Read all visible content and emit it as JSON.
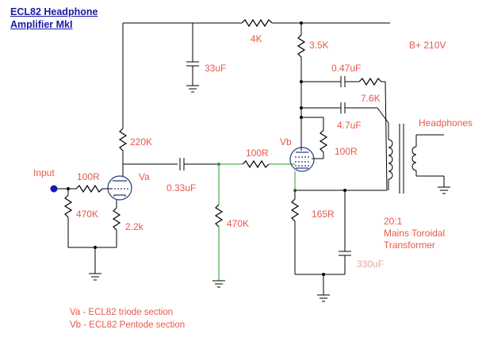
{
  "title": {
    "line1": "ECL82 Headphone",
    "line2": "Amplifier MkI"
  },
  "supply": "B+ 210V",
  "labels": {
    "r_feed": "4K",
    "c_filter": "33uF",
    "r_anode_b": "3.5K",
    "c_fb1": "0.47uF",
    "r_fb": "7.6K",
    "c_fb2": "4.7uF",
    "r_anode_a": "220K",
    "r_grid_stop_b": "100R",
    "tube_b": "Vb",
    "r_screen": "100R",
    "input": "Input",
    "r_grid_stop_a": "100R",
    "tube_a": "Va",
    "c_coupling": "0.33uF",
    "r_grid_a": "470K",
    "r_cathode_a": "2.2k",
    "r_grid_b": "470K",
    "r_cathode_b": "165R",
    "c_cathode_b": "330uF",
    "output": "Headphones",
    "transformer_ratio": "20:1",
    "transformer_line2": "Mains Toroidal",
    "transformer_line3": "Transformer"
  },
  "notes": {
    "va": "Va - ECL82 triode section",
    "vb": "Vb - ECL82 Pentode section"
  }
}
